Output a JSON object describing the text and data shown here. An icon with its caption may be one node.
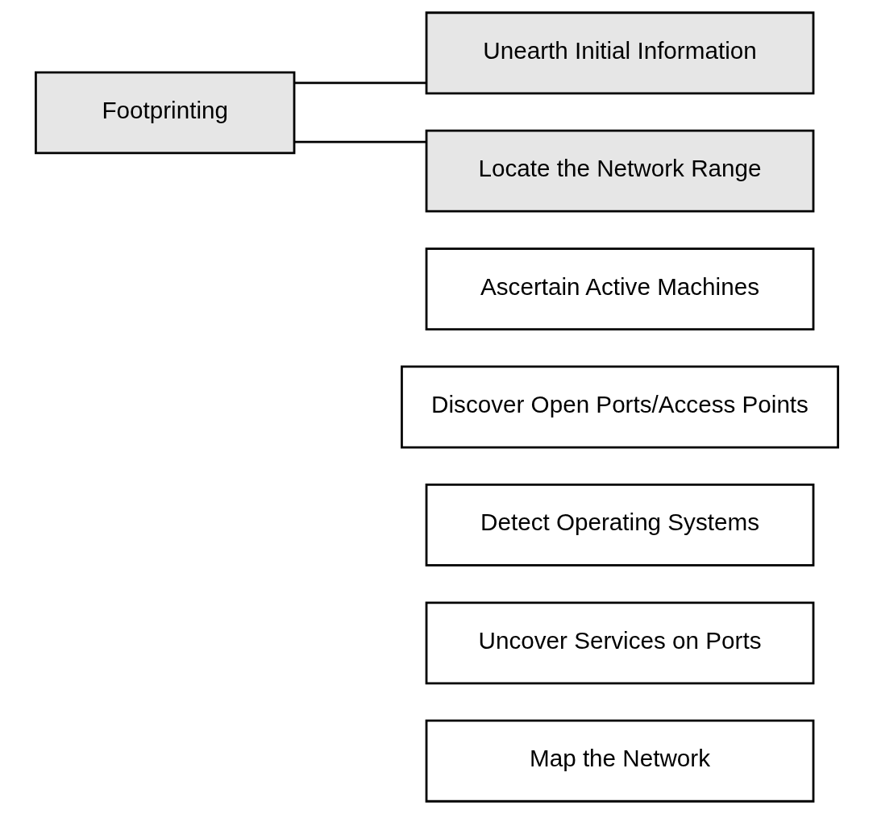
{
  "diagram": {
    "nodes": [
      {
        "text": [
          "Footprinting"
        ]
      },
      {
        "text": [
          "Unearth Initial Information"
        ]
      },
      {
        "text": [
          "Locate the Network Range"
        ]
      },
      {
        "text": [
          "Ascertain Active Machines"
        ]
      },
      {
        "text": [
          "Discover Open Ports/Access Points"
        ]
      },
      {
        "text": [
          "Detect Operating Systems"
        ]
      },
      {
        "text": [
          "Uncover Services on Ports"
        ]
      },
      {
        "text": [
          "Map the Network"
        ]
      }
    ],
    "edges": [
      {
        "from": 0,
        "to": 1,
        "arrow": "none"
      },
      {
        "from": 0,
        "to": 2,
        "arrow": "none"
      }
    ]
  }
}
